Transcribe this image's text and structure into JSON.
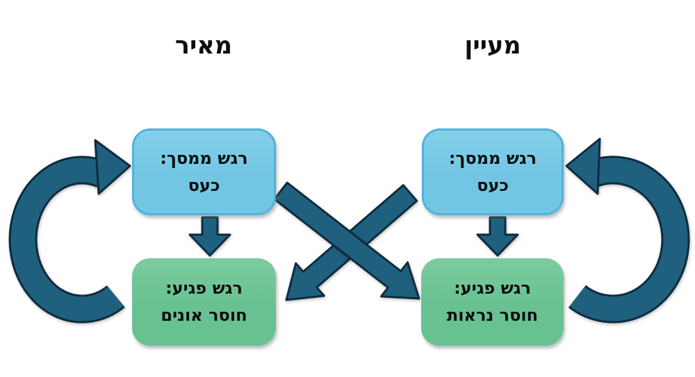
{
  "panels": {
    "left": {
      "title": "מאיר",
      "screen_box": {
        "line1": "רגש ממסך:",
        "line2": "כעס"
      },
      "vulnerable_box": {
        "line1": "רגש פגיע:",
        "line2": "חוסר אונים"
      }
    },
    "right": {
      "title": "מעיין",
      "screen_box": {
        "line1": "רגש ממסך:",
        "line2": "כעס"
      },
      "vulnerable_box": {
        "line1": "רגש פגיע:",
        "line2": "חוסר נראות"
      }
    }
  },
  "arrows": {
    "left_down": "down-block-arrow",
    "right_down": "down-block-arrow",
    "cross_left_to_right": "diagonal-block-arrow",
    "cross_right_to_left": "diagonal-block-arrow",
    "left_cycle": "curved-cycle-arrow",
    "right_cycle": "curved-cycle-arrow"
  },
  "colors": {
    "background": "#ffffff",
    "screen_box_fill": "#72c6e4",
    "screen_box_border": "#4fb3d9",
    "vulnerable_box_fill": "#68c191",
    "arrow_fill": "#20607f",
    "arrow_outline": "#0e2b3e",
    "text": "#0d0d0d"
  }
}
